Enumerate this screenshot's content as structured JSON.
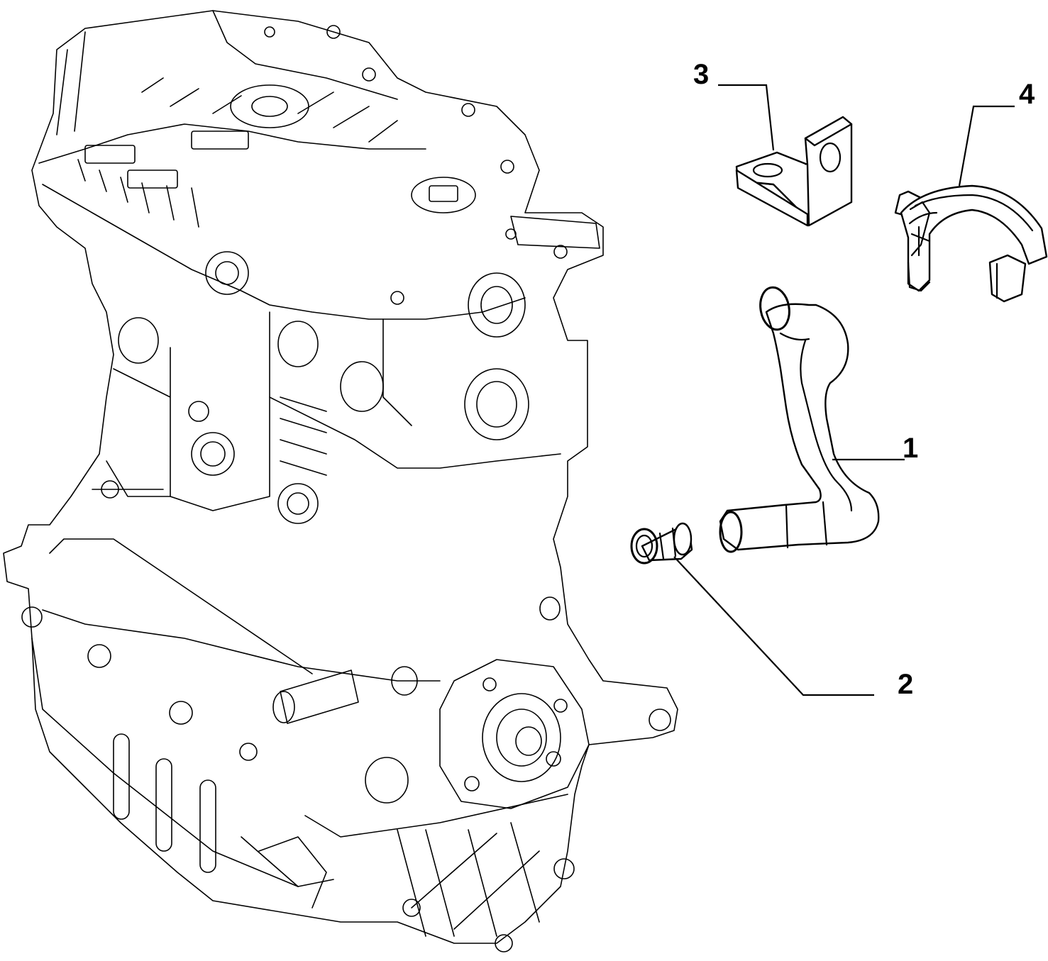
{
  "diagram": {
    "callouts": [
      {
        "id": "1",
        "label": "1"
      },
      {
        "id": "2",
        "label": "2"
      },
      {
        "id": "3",
        "label": "3"
      },
      {
        "id": "4",
        "label": "4"
      }
    ],
    "parts": [
      {
        "callout": "1",
        "icon": "hose-icon"
      },
      {
        "callout": "2",
        "icon": "pipe-fitting-icon"
      },
      {
        "callout": "3",
        "icon": "bracket-icon"
      },
      {
        "callout": "4",
        "icon": "clamp-icon"
      }
    ],
    "background_icon": "engine-block-icon"
  }
}
